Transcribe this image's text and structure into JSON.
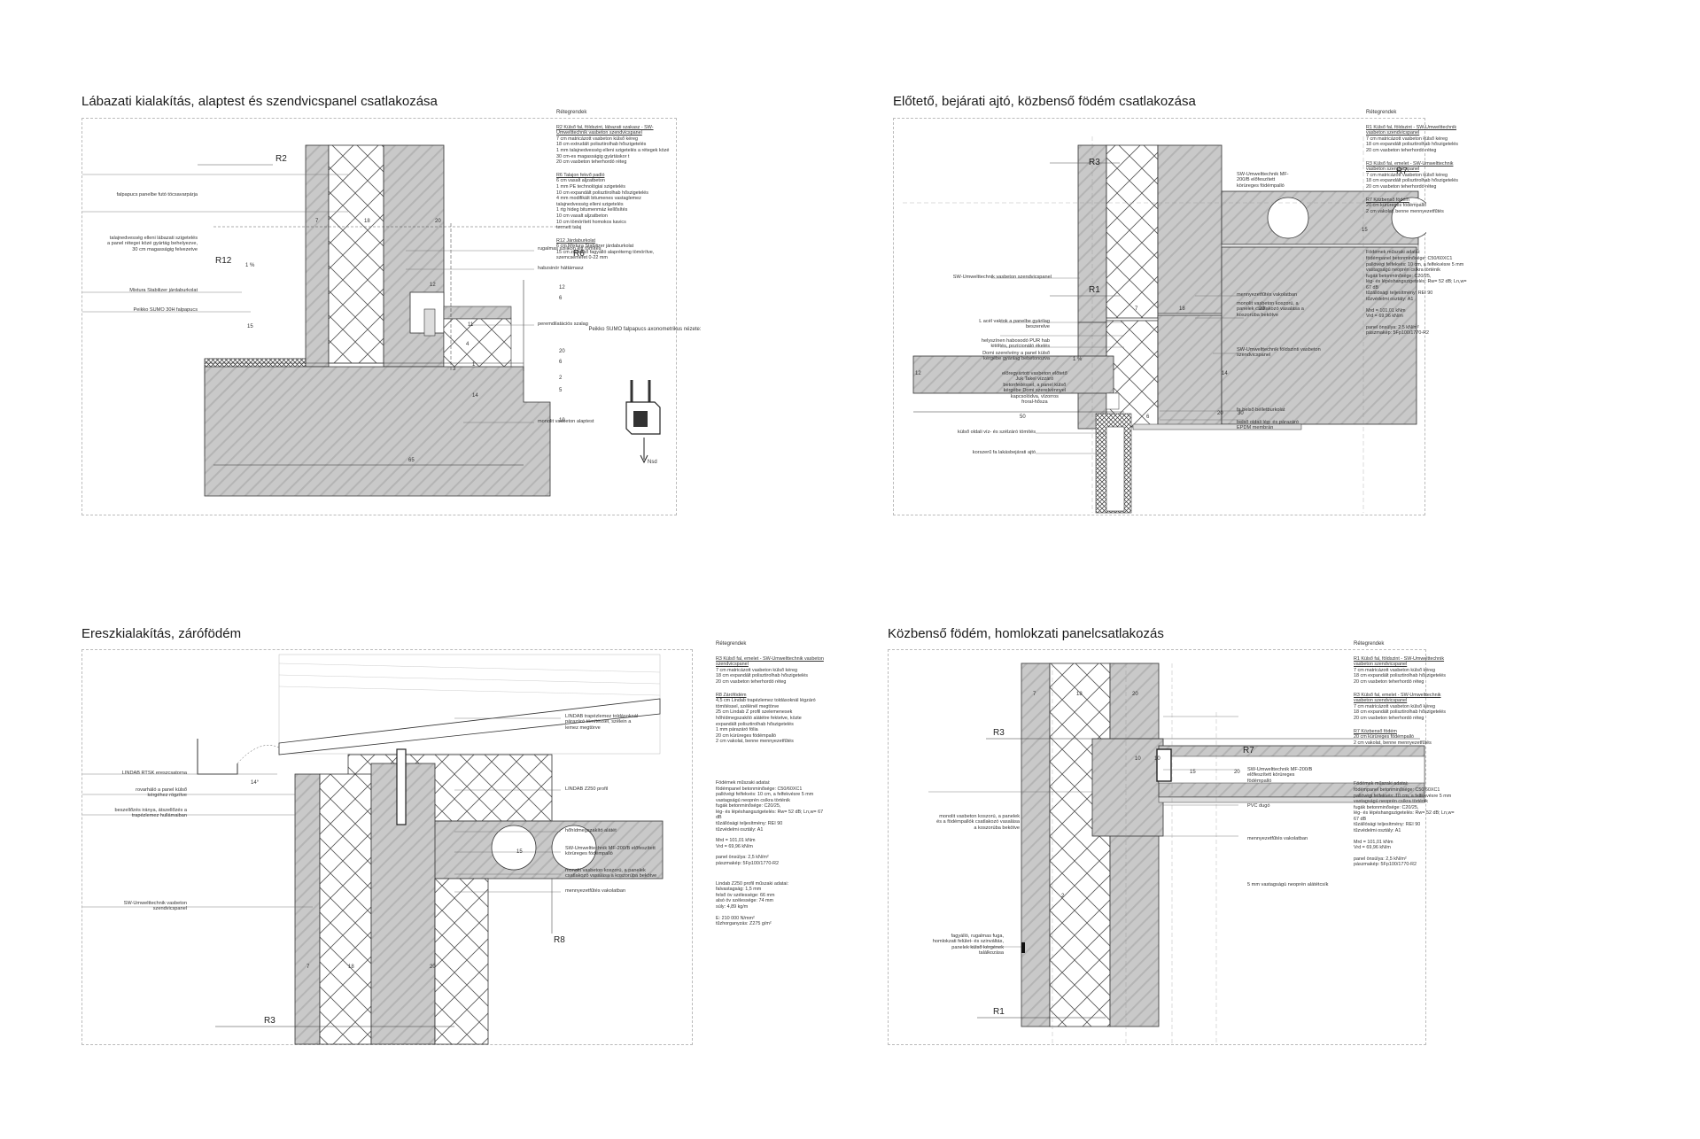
{
  "sheets": [
    {
      "title": "Lábazati kialakítás, alaptest és szendvicspanel csatlakozása",
      "notes": {
        "heading": "Rétegrendek",
        "blocks": [
          {
            "title": "R2 Külső fal, földszint, lábazati szakasz - SW-Umwelttechnik vasbeton szendvicspanel",
            "lines": [
              "7 cm   matricázott vasbeton külső kéreg",
              "18 cm  extrudált polisztirolhab hőszigetelés",
              "1 mm  talajnedvesség elleni szigetelés a rétegek közé 30 cm-es magasságig gyártáskor t",
              "20 cm  vasbeton teherhordó réteg"
            ]
          },
          {
            "title": "R6 Talajon fekvő padló",
            "lines": [
              "6 cm   vasalt aljzatbeton",
              "1 mm  PE technológiai szigetelés",
              "10 cm  expandált polisztirolhab hőszigetelés",
              "4 mm  modifikált bitumenes vastaglemez talajnedvesség elleni szigetelés",
              "1 rtg   hideg bitumenmáz kellősítés",
              "10 cm  vasalt aljzatbeton",
              "10 cm  tömörített homokos kavics",
              "          termett talaj"
            ]
          },
          {
            "title": "R12 Járdaburkolat",
            "lines": [
              "6 cm   Mixtura Stabilizer járdaburkolat",
              "15 cm  zúzottkő fagyálló alaprétemg tömörítve, szemcseméret 0-22 mm"
            ]
          }
        ]
      },
      "tags": [
        "R2",
        "R12",
        "R6"
      ],
      "dims": [
        "7",
        "18",
        "20",
        "12",
        "1 %",
        "15",
        "65",
        "10",
        "5",
        "4",
        "1",
        "3",
        "11",
        "14",
        "20",
        "6",
        "2",
        "6",
        "12"
      ],
      "labels": [
        "falpapucs panelbe futó töcsavarpárja",
        "talajnedvesség elleni lábazati szigetelés\na panel rétegei közé gyártág behelyezve,\n30 cm magasságig felvezetve",
        "Mixtura Stabilizer járdaburkolat",
        "Peikko SUMO 30H falpapucs",
        "rugalmas szilikon kitt tömítés",
        "habzsinór háttámasz",
        "peremdilatációs szalag",
        "monolit vasbeton alaptest"
      ],
      "caption": "Peikko SUMO falpapucs axonometrikus nézete:",
      "force_label": "Nsd"
    },
    {
      "title": "Előtető, bejárati ajtó, közbenső födém csatlakozása",
      "notes": {
        "heading": "Rétegrendek",
        "blocks": [
          {
            "title": "R1 Külső fal, földszint - SW-Umwelttechnik vasbeton szendvicspanel",
            "lines": [
              "7 cm   matricázott vasbeton külső kéreg",
              "18 cm  expandált polisztirolhab hőszigetelés",
              "20 cm  vasbeton teherhordó réteg"
            ]
          },
          {
            "title": "R3 Külső fal, emelet - SW-Umwelttechnik vasbeton szendvicspanel",
            "lines": [
              "7 cm   matricázott vasbeton külső kéreg",
              "18 cm  expandált polisztirolhab hőszigetelés",
              "20 cm  vasbeton teherhordó réteg"
            ]
          },
          {
            "title": "R7 Közbenső födém",
            "lines": [
              "20 cm  kürüreges födémpalló",
              "2 cm   vakolat, benne mennyezetfűtés"
            ]
          },
          {
            "title": "Födémek műszaki adatai:",
            "lines": [
              "födémpanel betonminősége: C50/60XC1",
              "pallóvégi felfekvés: 10 cm, a felfekvésre 5 mm vastagságú neoprén csíkra történik",
              "fugák betonminősége: C20/25,",
              "lég- és lépéshangszigetelés: Rw= 52 dB; Ln,w= 67 dB",
              "tűzállósági teljesítmény: REI 90",
              "tűzvédelmi osztály: A1",
              "",
              "Mrd = 101,01 kNm",
              "Vrd = 69,96 kN/m",
              "",
              "panel önsúlya: 2,5 kN/m²",
              "pászmakép: 5Fp100/1770-R2"
            ]
          }
        ]
      },
      "tags": [
        "R3",
        "R7",
        "R1"
      ],
      "dims": [
        "7",
        "18",
        "20",
        "15",
        "1 %",
        "12",
        "14",
        "50",
        "6",
        "20",
        "30"
      ],
      "labels": [
        "SW-Umwelttechnik MF-\n200/B előfeszített\nkörüreges födémpalló",
        "SW-Umwelttechnik vasbeton szendvicspanel",
        "mennyezetfűtés vakolatban",
        "monolit vasbeton koszorú, a\npanelek csatlakozó vasalása a\nkoszorúba bekötve",
        "L acél vaktok a panelbe gyárilag\nbeszerelve",
        "helyszínen habosodó PUR hab\nkitöltés, pozícionáló ékelés",
        "Domi szerelvény a panel külső\nkérgébe gyárilag bebetonozva",
        "előregyártott vasbeton előtető\nJuk Takel vízzáró\nbetonfedéssel, a panel külső\nkérgébe Domi szerelvénnyel\nkapcsolódva, vízorros\nfroral-hősza",
        "SW-Umwelttechnik földszinti vasbeton\nszendvicspanel",
        "fa belső bélletburkolat",
        "belső oldali lég- és párazáró\nEPDM membrán",
        "külső oldali víz- és szélzáró tömítés",
        "korszerű fa lakásbejárati ajtó"
      ]
    },
    {
      "title": "Ereszkialakítás, zárófödém",
      "notes": {
        "heading": "Rétegrendek",
        "blocks": [
          {
            "title": "R3 Külső fal, emelet - SW-Umwelttechnik vasbeton szendvicspanel",
            "lines": [
              "7 cm   matricázott vasbeton külső kéreg",
              "18 cm  expandált polisztirolhab hőszigetelés",
              "20 cm  vasbeton teherhordó réteg"
            ]
          },
          {
            "title": "R8 Zárófödém",
            "lines": [
              "4,5 cm  Lindab trapézlemez toldásoknál légzáró tömítéssel, szélénél megtörve",
              "25 cm   Lindab Z profil szelemenesek hőhídmegszakító alátétre fektetve, közte",
              "           expandált polisztirolhab hőszigetelés",
              "1 mm   párazáró fólia",
              "20 cm   kürüreges födémpalló",
              "2 cm   vakolat, benne mennyezetfűtés"
            ]
          },
          {
            "title": "Födémek műszaki adatai:",
            "lines": [
              "födémpanel betonminősége: C50/60XC1",
              "pallóvégi felfekvés: 10 cm, a felfekvésre 5 mm vastagságú neoprén csíkra történik",
              "fugák betonminősége: C20/25,",
              "lég- és lépéshangszigetelés: Rw= 52 dB; Ln,w= 67 dB",
              "tűzállósági teljesítmény: REI 90",
              "tűzvédelmi osztály: A1",
              "",
              "Mrd = 101,01 kNm",
              "Vrd = 69,96 kN/m",
              "",
              "panel önsúlya: 2,5 kN/m²",
              "pászmakép: 5Fp100/1770-R2"
            ]
          },
          {
            "title": "Lindab Z250 profil műszaki adatai:",
            "lines": [
              "falvastagság: 1,5 mm",
              "felső öv szélessége: 66 mm",
              "alsó öv szélessége: 74 mm",
              "súly: 4,89 kg/m",
              "",
              "E: 210 000 N/mm²",
              "tűzhorganyzás: Z275 g/m²"
            ]
          }
        ]
      },
      "tags": [
        "R8",
        "R3"
      ],
      "dims": [
        "14°",
        "7",
        "18",
        "20",
        "15"
      ],
      "labels": [
        "LINDAB trapézlemez toldásoknál\npárazáró tömítéssel, szélein a\nlemez megtörve",
        "LINDAB RTSK ereszcsatorna",
        "rovarháló a panel külső\nkérgéhez rögzítve",
        "beszellőzés iránya, átszellőzés a\ntrapézlemez hullámaiban",
        "LINDAB Z250 profil",
        "hőhídmegszakító alátét",
        "SW-Umwelttechnik MF-200/B előfeszített\nkörüreges födémpalló",
        "monolit vasbeton koszorú, a panelek\ncsatlakozó vasalása a koszorúba bekötve",
        "mennyezetfűtés vakolatban",
        "SW-Umwelttechnik vasbeton\nszendvicspanel"
      ]
    },
    {
      "title": "Közbenső födém, homlokzati panelcsatlakozás",
      "notes": {
        "heading": "Rétegrendek",
        "blocks": [
          {
            "title": "R1 Külső fal, földszint - SW-Umwelttechnik vasbeton szendvicspanel",
            "lines": [
              "7 cm   matricázott vasbeton külső kéreg",
              "18 cm  expandált polisztirolhab hőszigetelés",
              "20 cm  vasbeton teherhordó réteg"
            ]
          },
          {
            "title": "R3 Külső fal, emelet - SW-Umwelttechnik vasbeton szendvicspanel",
            "lines": [
              "7 cm   matricázott vasbeton külső kéreg",
              "18 cm  expandált polisztirolhab hőszigetelés",
              "20 cm  vasbeton teherhordó réteg"
            ]
          },
          {
            "title": "R7 Közbenső födém",
            "lines": [
              "20 cm  kürüreges födémpalló",
              "2 cm   vakolat, benne mennyezetfűtés"
            ]
          },
          {
            "title": "Födémek műszaki adatai:",
            "lines": [
              "födémpanel betonminősége: C50/60XC1",
              "pallóvégi felfekvés: 10 cm, a felfekvésre 5 mm vastagságú neoprén csíkra történik",
              "fugák betonminősége: C20/25,",
              "lég- és lépéshangszigetelés: Rw= 52 dB; Ln,w= 67 dB",
              "tűzállósági teljesítmény: REI 90",
              "tűzvédelmi osztály: A1",
              "",
              "Mrd = 101,01 kNm",
              "Vrd = 69,96 kN/m",
              "",
              "panel önsúlya: 2,5 kN/m²",
              "pászmakép: 5Fp100/1770-R2"
            ]
          }
        ]
      },
      "tags": [
        "R3",
        "R7",
        "R1"
      ],
      "dims": [
        "7",
        "18",
        "20",
        "10",
        "10",
        "15",
        "20",
        "2"
      ],
      "labels": [
        "SW-Umwelttechnik MF-200/B\nelőfeszített körüreges\nfödémpalló",
        "PVC dugó",
        "monolit vasbeton koszorú, a panelek\nés a födémpallók csatlakozó vasalása\na koszorúba bekötve",
        "mennyezetfűtés vakolatban",
        "5 mm vastagságú neoprén alátétcsík",
        "fagyálló, rugalmas fuga,\nhomlokzati felület- és szinváltás,\npanelek külső kérgének\ntalálkozása"
      ]
    }
  ]
}
